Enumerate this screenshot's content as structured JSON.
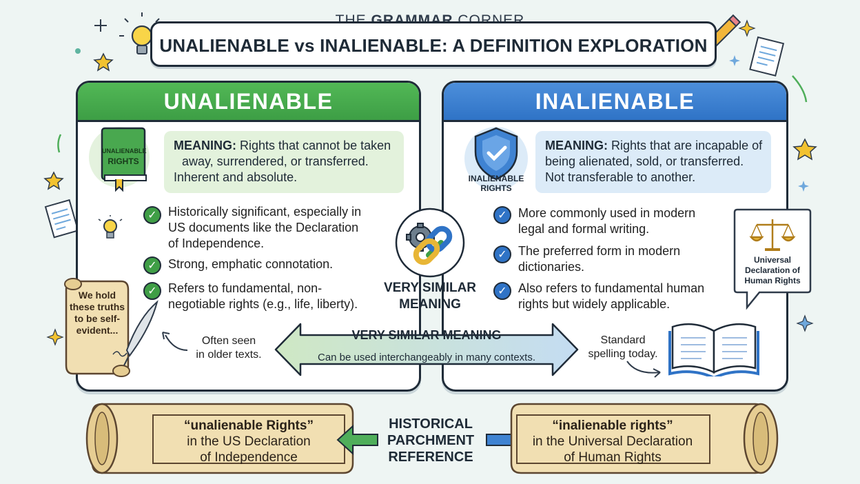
{
  "header": {
    "kicker_the": "THE ",
    "kicker_grammar": "GRAMMAR",
    "kicker_corner": " CORNER",
    "title": "UNALIENABLE vs INALIENABLE: A DEFINITION EXPLORATION"
  },
  "left": {
    "heading": "UNALIENABLE",
    "book_line1": "UNALIENABLE",
    "book_line2": "RIGHTS",
    "meaning_label": "MEANING:",
    "meaning_line1": " Rights that cannot be taken",
    "meaning_line2": "away, surrendered, or transferred.",
    "meaning_line3": "Inherent and absolute.",
    "bullets": [
      {
        "l1": "Historically significant, especially in",
        "l2": "US documents like the Declaration",
        "l3": "of Independence."
      },
      {
        "l1": "Strong, emphatic connotation.",
        "l2": "",
        "l3": ""
      },
      {
        "l1": "Refers to fundamental, non-",
        "l2": "negotiable rights (e.g., life, liberty).",
        "l3": ""
      }
    ],
    "scroll_lines": [
      "We hold",
      "these truths",
      "to be self-",
      "evident..."
    ],
    "note_l1": "Often seen",
    "note_l2": "in older texts."
  },
  "right": {
    "heading": "INALIENABLE",
    "shield_line1": "INALIENABLE",
    "shield_line2": "RIGHTS",
    "meaning_label": "MEANING:",
    "meaning_line1": " Rights that are incapable of",
    "meaning_line2": "being alienated, sold, or transferred.",
    "meaning_line3": "Not transferable to another.",
    "bullets": [
      {
        "l1": "More commonly used in modern",
        "l2": "legal and formal writing."
      },
      {
        "l1": "The preferred form in modern",
        "l2": "dictionaries."
      },
      {
        "l1": "Also refers to fundamental human",
        "l2": "rights but widely applicable."
      }
    ],
    "udhr_lines": [
      "Universal",
      "Declaration of",
      "Human Rights"
    ],
    "note_l1": "Standard",
    "note_l2": "spelling today."
  },
  "center": {
    "label_l1": "VERY SIMILAR",
    "label_l2": "MEANING",
    "arrow_title": "VERY SIMILAR MEANING",
    "arrow_sub": "Can be used interchangeably in many contexts."
  },
  "bottom": {
    "left_quote": "“unalienable Rights”",
    "left_l2": "in the US Declaration",
    "left_l3": "of Independence",
    "center_l1": "HISTORICAL",
    "center_l2": "PARCHMENT",
    "center_l3": "REFERENCE",
    "right_quote": "“inalienable rights”",
    "right_l2": "in the Universal Declaration",
    "right_l3": "of Human Rights"
  },
  "colors": {
    "green": "#3f9e46",
    "blue": "#2f73c6",
    "parchment": "#f1dfb2",
    "outline": "#1f2b38"
  }
}
